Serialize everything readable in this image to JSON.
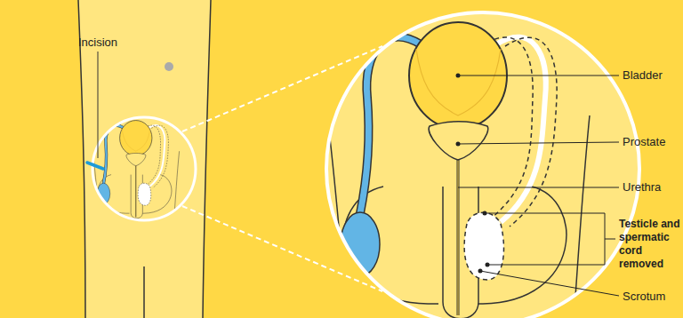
{
  "diagram": {
    "labels": [
      "Incision",
      "Bladder",
      "Prostate",
      "Urethra",
      "Testicle and spermatic cord removed",
      "Scrotum"
    ]
  }
}
